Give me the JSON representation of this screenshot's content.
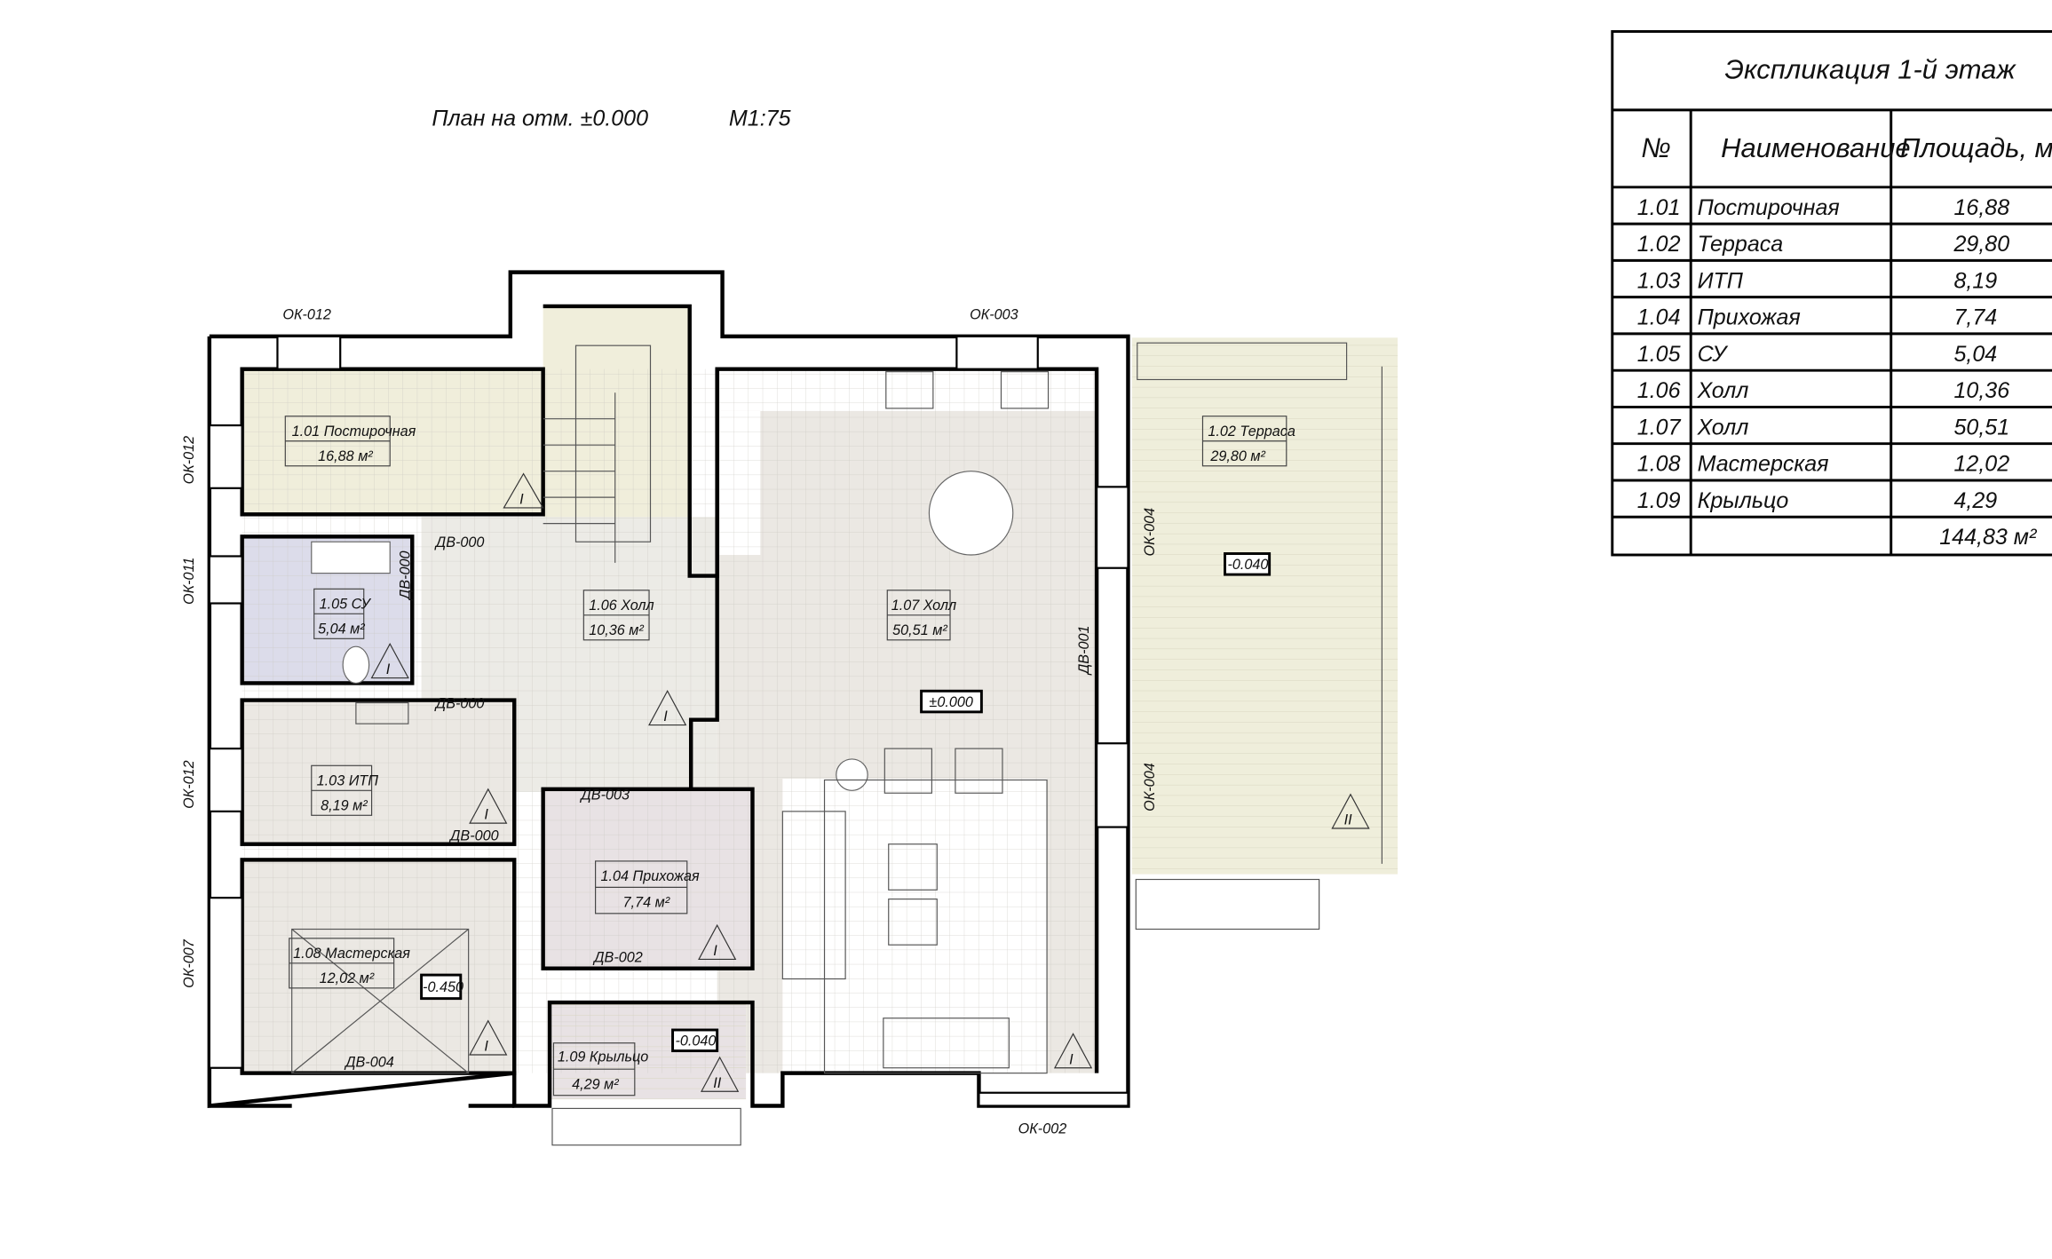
{
  "plan": {
    "title": "План на отм. ±0.000",
    "scale": "М1:75"
  },
  "rooms": [
    {
      "label": "1.01 Постирочная",
      "area": "16,88 м²",
      "color": "#f0eedb"
    },
    {
      "label": "1.02 Терраса",
      "area": "29,80 м²",
      "color": "#efeedb"
    },
    {
      "label": "1.03 ИТП",
      "area": "8,19 м²",
      "color": "#ebe8e3"
    },
    {
      "label": "1.04 Прихожая",
      "area": "7,74 м²",
      "color": "#e8e2e4"
    },
    {
      "label": "1.05 СУ",
      "area": "5,04 м²",
      "color": "#dcdcea"
    },
    {
      "label": "1.06 Холл",
      "area": "10,36 м²",
      "color": "#ecebe6"
    },
    {
      "label": "1.07 Холл",
      "area": "50,51 м²",
      "color": "#ebe8e3"
    },
    {
      "label": "1.08 Мастерская",
      "area": "12,02 м²",
      "color": "#ebe8e3"
    },
    {
      "label": "1.09 Крыльцо",
      "area": "4,29 м²",
      "color": "#e8e2e4"
    }
  ],
  "windows": {
    "ok012_top": "ОК-012",
    "ok012_left": "ОК-012",
    "ok011": "ОК-011",
    "ok012_left2": "ОК-012",
    "ok007": "ОК-007",
    "ok003": "ОК-003",
    "ok004_a": "ОК-004",
    "ok004_b": "ОК-004",
    "ok002": "ОК-002"
  },
  "doors": {
    "dv000_a": "ДВ-000",
    "dv000_b": "ДВ-000",
    "dv000_c": "ДВ-000",
    "dv000_d": "ДВ-000",
    "dv003": "ДВ-003",
    "dv002": "ДВ-002",
    "dv004": "ДВ-004",
    "dv001": "ДВ-001"
  },
  "elevations": {
    "main": "±0.000",
    "terrace": "-0.040",
    "porch": "-0.040",
    "workshop": "-0.450"
  },
  "markers": {
    "I": "I",
    "II": "II"
  },
  "explication": {
    "title": "Экспликация 1-й этаж",
    "headers": [
      "№",
      "Наименование",
      "Площадь, м. кв."
    ],
    "rows": [
      [
        "1.01",
        "Постирочная",
        "16,88"
      ],
      [
        "1.02",
        "Терраса",
        "29,80"
      ],
      [
        "1.03",
        "ИТП",
        "8,19"
      ],
      [
        "1.04",
        "Прихожая",
        "7,74"
      ],
      [
        "1.05",
        "СУ",
        "5,04"
      ],
      [
        "1.06",
        "Холл",
        "10,36"
      ],
      [
        "1.07",
        "Холл",
        "50,51"
      ],
      [
        "1.08",
        "Мастерская",
        "12,02"
      ],
      [
        "1.09",
        "Крыльцо",
        "4,29"
      ]
    ],
    "total": "144,83 м²"
  }
}
